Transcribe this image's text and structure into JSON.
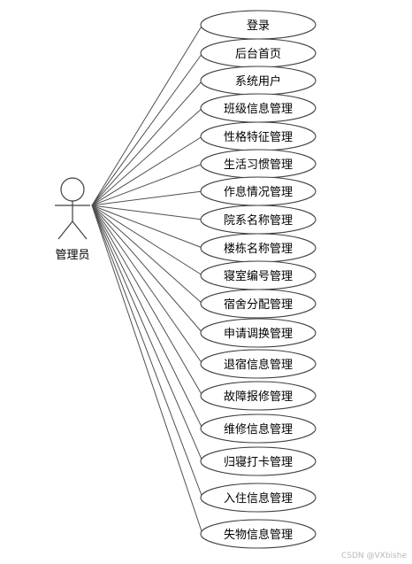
{
  "actor": {
    "label": "管理员"
  },
  "use_cases": [
    "登录",
    "后台首页",
    "系统用户",
    "班级信息管理",
    "性格特征管理",
    "生活习惯管理",
    "作息情况管理",
    "院系名称管理",
    "楼栋名称管理",
    "寝室编号管理",
    "宿舍分配管理",
    "申请调换管理",
    "退宿信息管理",
    "故障报修管理",
    "维修信息管理",
    "归寝打卡管理",
    "入住信息管理",
    "失物信息管理"
  ],
  "watermark": "CSDN @VXbishe"
}
